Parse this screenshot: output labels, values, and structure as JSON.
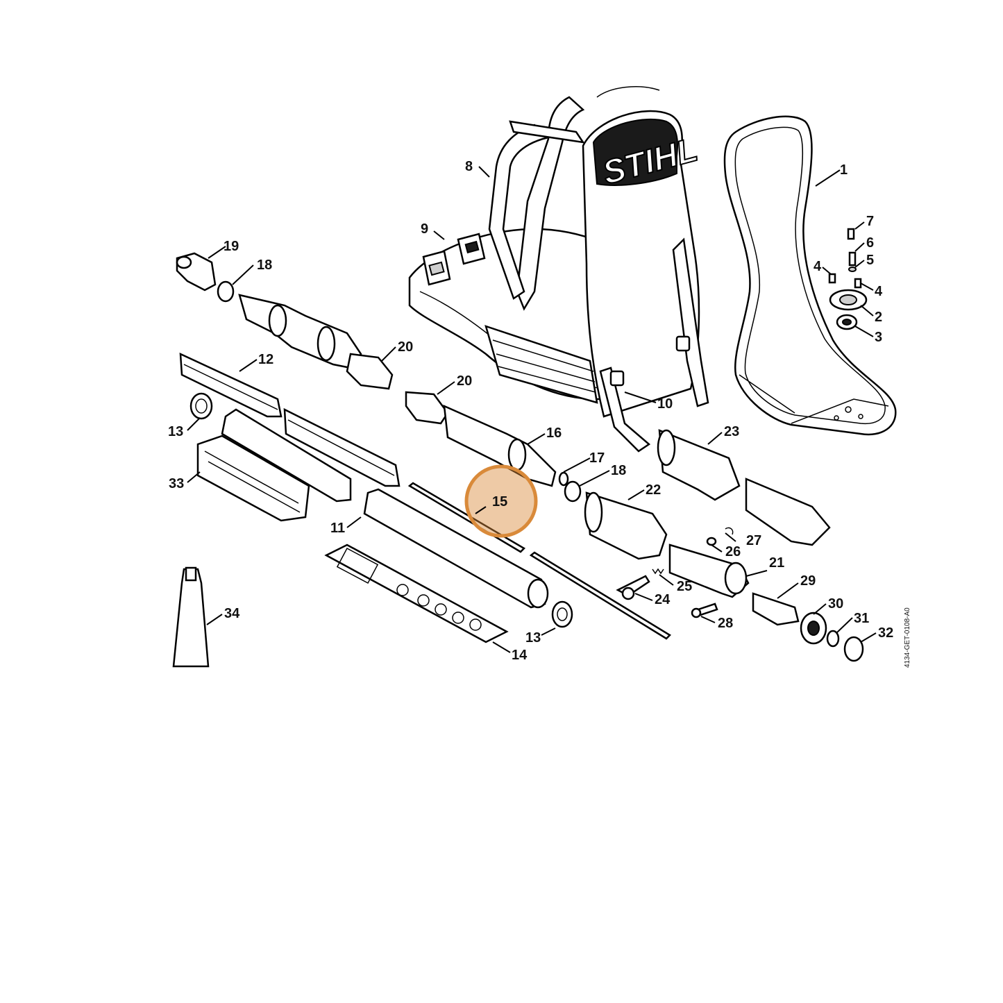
{
  "diagram": {
    "brand_text": "STIHL",
    "document_code": "4134-GET-0108-A0",
    "highlight_color": "#d98a3a",
    "highlighted_part": "15",
    "callouts": {
      "c1": "1",
      "c2": "2",
      "c3": "3",
      "c4a": "4",
      "c4b": "4",
      "c5": "5",
      "c6": "6",
      "c7": "7",
      "c8": "8",
      "c9": "9",
      "c10": "10",
      "c11": "11",
      "c12": "12",
      "c13a": "13",
      "c13b": "13",
      "c14": "14",
      "c15": "15",
      "c16": "16",
      "c17": "17",
      "c18a": "18",
      "c18b": "18",
      "c19": "19",
      "c20a": "20",
      "c20b": "20",
      "c21": "21",
      "c22": "22",
      "c23": "23",
      "c24": "24",
      "c25": "25",
      "c26": "26",
      "c27": "27",
      "c28": "28",
      "c29": "29",
      "c30": "30",
      "c31": "31",
      "c32": "32",
      "c33": "33",
      "c34": "34"
    }
  }
}
